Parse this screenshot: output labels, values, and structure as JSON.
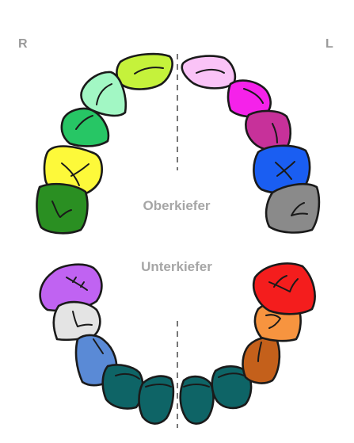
{
  "labels": {
    "right": "R",
    "left": "L",
    "upper_jaw": "Oberkiefer",
    "lower_jaw": "Unterkiefer"
  },
  "upper_teeth": [
    {
      "name": "upper-right-central-incisor",
      "color": "#c5f23b"
    },
    {
      "name": "upper-right-lateral-incisor",
      "color": "#a2f7c4"
    },
    {
      "name": "upper-right-canine",
      "color": "#27c665"
    },
    {
      "name": "upper-right-first-premolar",
      "color": "#fdf93a"
    },
    {
      "name": "upper-right-molar",
      "color": "#2a8f22"
    },
    {
      "name": "upper-left-central-incisor",
      "color": "#fac3f7"
    },
    {
      "name": "upper-left-lateral-incisor",
      "color": "#f522ea"
    },
    {
      "name": "upper-left-canine",
      "color": "#c7319a"
    },
    {
      "name": "upper-left-first-premolar",
      "color": "#1a5ef2"
    },
    {
      "name": "upper-left-molar",
      "color": "#8a8a8a"
    }
  ],
  "lower_teeth": [
    {
      "name": "lower-right-molar",
      "color": "#c063f2"
    },
    {
      "name": "lower-right-premolar",
      "color": "#e4e4e4"
    },
    {
      "name": "lower-right-canine",
      "color": "#5a8ad6"
    },
    {
      "name": "lower-right-lateral-incisor",
      "color": "#0e6466"
    },
    {
      "name": "lower-right-central-incisor",
      "color": "#0e6466"
    },
    {
      "name": "lower-left-central-incisor",
      "color": "#0e6466"
    },
    {
      "name": "lower-left-lateral-incisor",
      "color": "#0e6466"
    },
    {
      "name": "lower-left-canine",
      "color": "#c4601b"
    },
    {
      "name": "lower-left-premolar",
      "color": "#f7943f"
    },
    {
      "name": "lower-left-molar",
      "color": "#f41d1d"
    }
  ]
}
